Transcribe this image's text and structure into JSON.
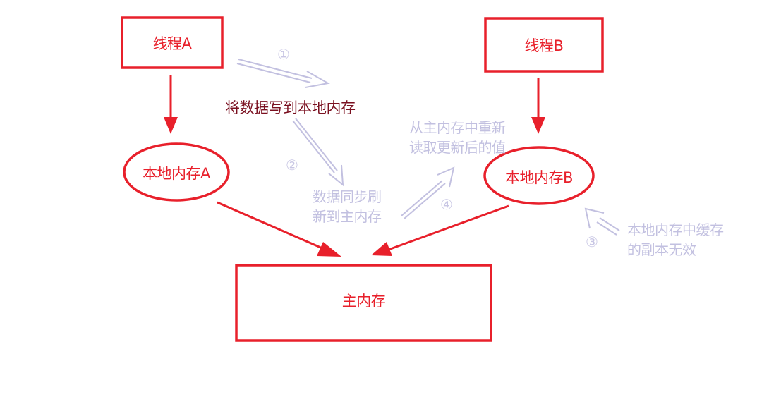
{
  "colors": {
    "node_red": "#e8202b",
    "step_lavender": "#c2c0e0",
    "action_darkred": "#7a1020"
  },
  "nodes": {
    "thread_a": "线程A",
    "thread_b": "线程B",
    "local_mem_a": "本地内存A",
    "local_mem_b": "本地内存B",
    "main_mem": "主内存"
  },
  "steps": {
    "step1_num": "①",
    "step1_text": "将数据写到本地内存",
    "step2_num": "②",
    "step2_line1": "数据同步刷",
    "step2_line2": "新到主内存",
    "step3_num": "③",
    "step3_line1": "本地内存中缓存",
    "step3_line2": "的副本无效",
    "step4_num": "④",
    "step4_line1": "从主内存中重新",
    "step4_line2": "读取更新后的值"
  }
}
